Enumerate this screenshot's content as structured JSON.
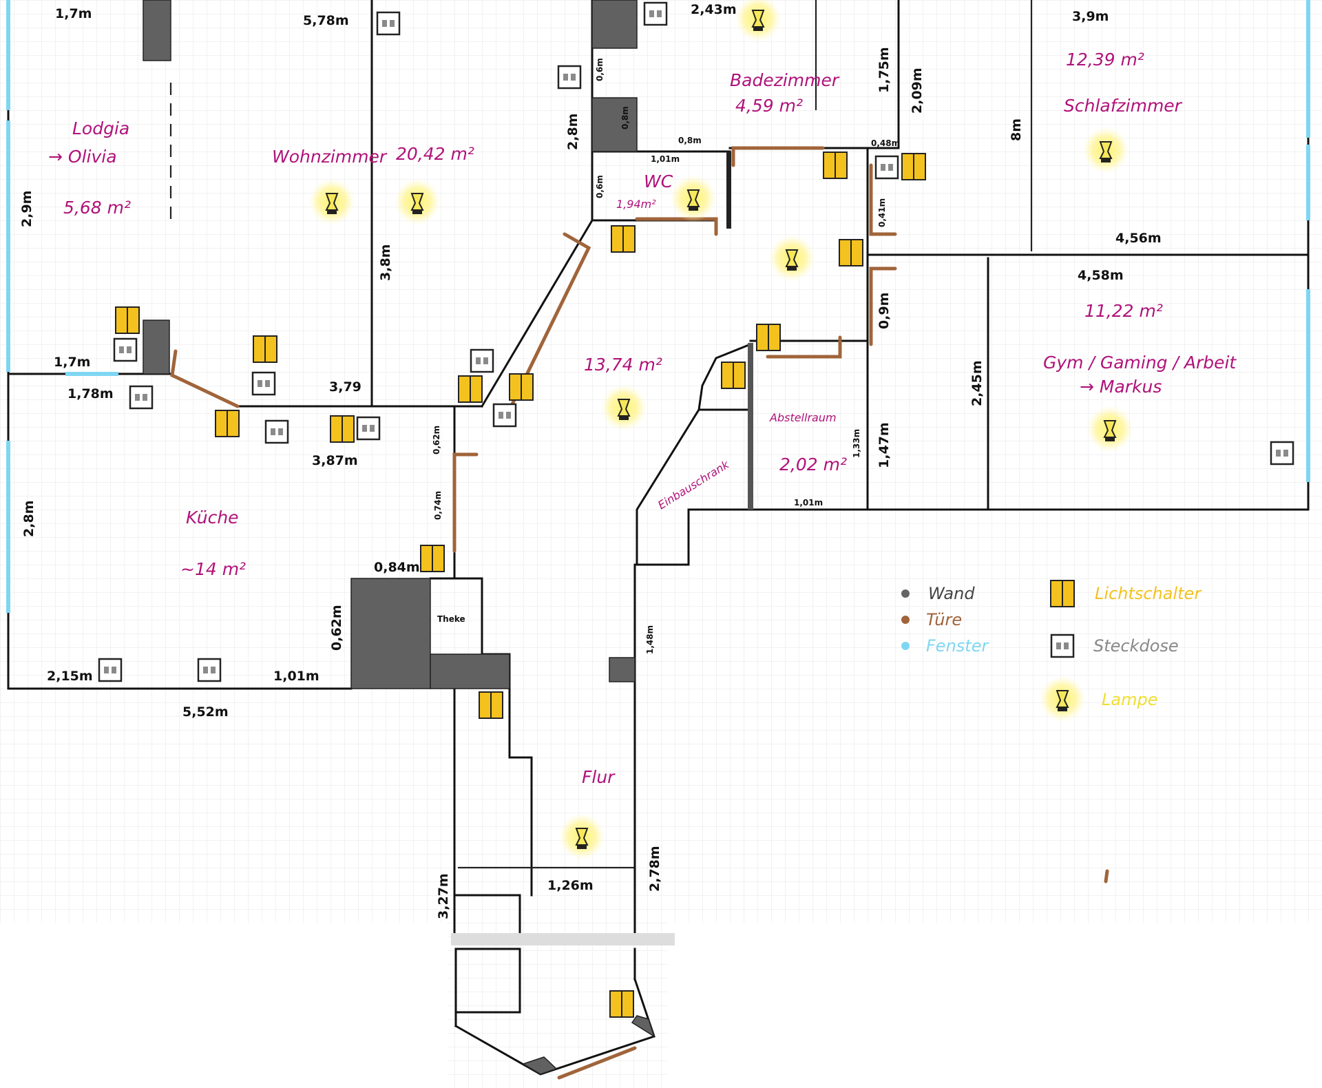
{
  "colors": {
    "wall": "#111111",
    "door": "#a0643a",
    "window": "#7fd6f2",
    "label": "#b0127a",
    "switch": "#f4c21f",
    "lamp_glow": "#fff07a",
    "grid": "#e6e6e6"
  },
  "rooms": {
    "loggia_a": "Lodgia",
    "loggia_b": "→ Olivia",
    "loggia_area": "5,68 m²",
    "wohnzimmer": "Wohnzimmer",
    "wohnzimmer_area": "20,42 m²",
    "badezimmer": "Badezimmer",
    "badezimmer_area": "4,59 m²",
    "schlafzimmer_area": "12,39 m²",
    "schlafzimmer": "Schlafzimmer",
    "wc": "WC",
    "wc_area": "1,94m²",
    "hall_area": "13,74 m²",
    "gym_area": "11,22 m²",
    "gym": "Gym / Gaming / Arbeit",
    "gym_b": "→ Markus",
    "abstell": "Abstellraum",
    "abstell_area": "2,02 m²",
    "kueche": "Küche",
    "kueche_area": "~14 m²",
    "flur": "Flur",
    "einbau": "Einbauschrank",
    "theke": "Theke"
  },
  "dims": {
    "d1": "1,7m",
    "d2": "5,78m",
    "d3": "2,43m",
    "d4": "3,9m",
    "d5": "2,9m",
    "d6": "1,75m",
    "d7": "2,09m",
    "d8": "2,8m",
    "d9": "8m",
    "d10": "0,8m",
    "d11": "0,48m",
    "d12": "4,56m",
    "d13": "4,58m",
    "d14": "1,7m",
    "d15": "1,78m",
    "d16": "3,79",
    "d17": "3,8m",
    "d18": "3,87m",
    "d19": "0,62m",
    "d20": "0,9m",
    "d21": "2,45m",
    "d22": "1,47m",
    "d23": "2,8m",
    "d24": "0,74m",
    "d25": "0,84m",
    "d26": "0,62m",
    "d27": "2,15m",
    "d28": "1,01m",
    "d29": "5,52m",
    "d30": "3,27m",
    "d31": "1,26m",
    "d32": "2,78m",
    "d33": "1,48m",
    "d34": "1,01m",
    "d35": "1,01m",
    "d36": "1,33m",
    "d37": "0,6m",
    "d38": "0,6m",
    "d39": "0,8m",
    "d40": "0,41m"
  },
  "legend": {
    "wall": "Wand",
    "door": "Türe",
    "window": "Fenster",
    "switch": "Lichtschalter",
    "socket": "Steckdose",
    "lamp": "Lampe"
  }
}
